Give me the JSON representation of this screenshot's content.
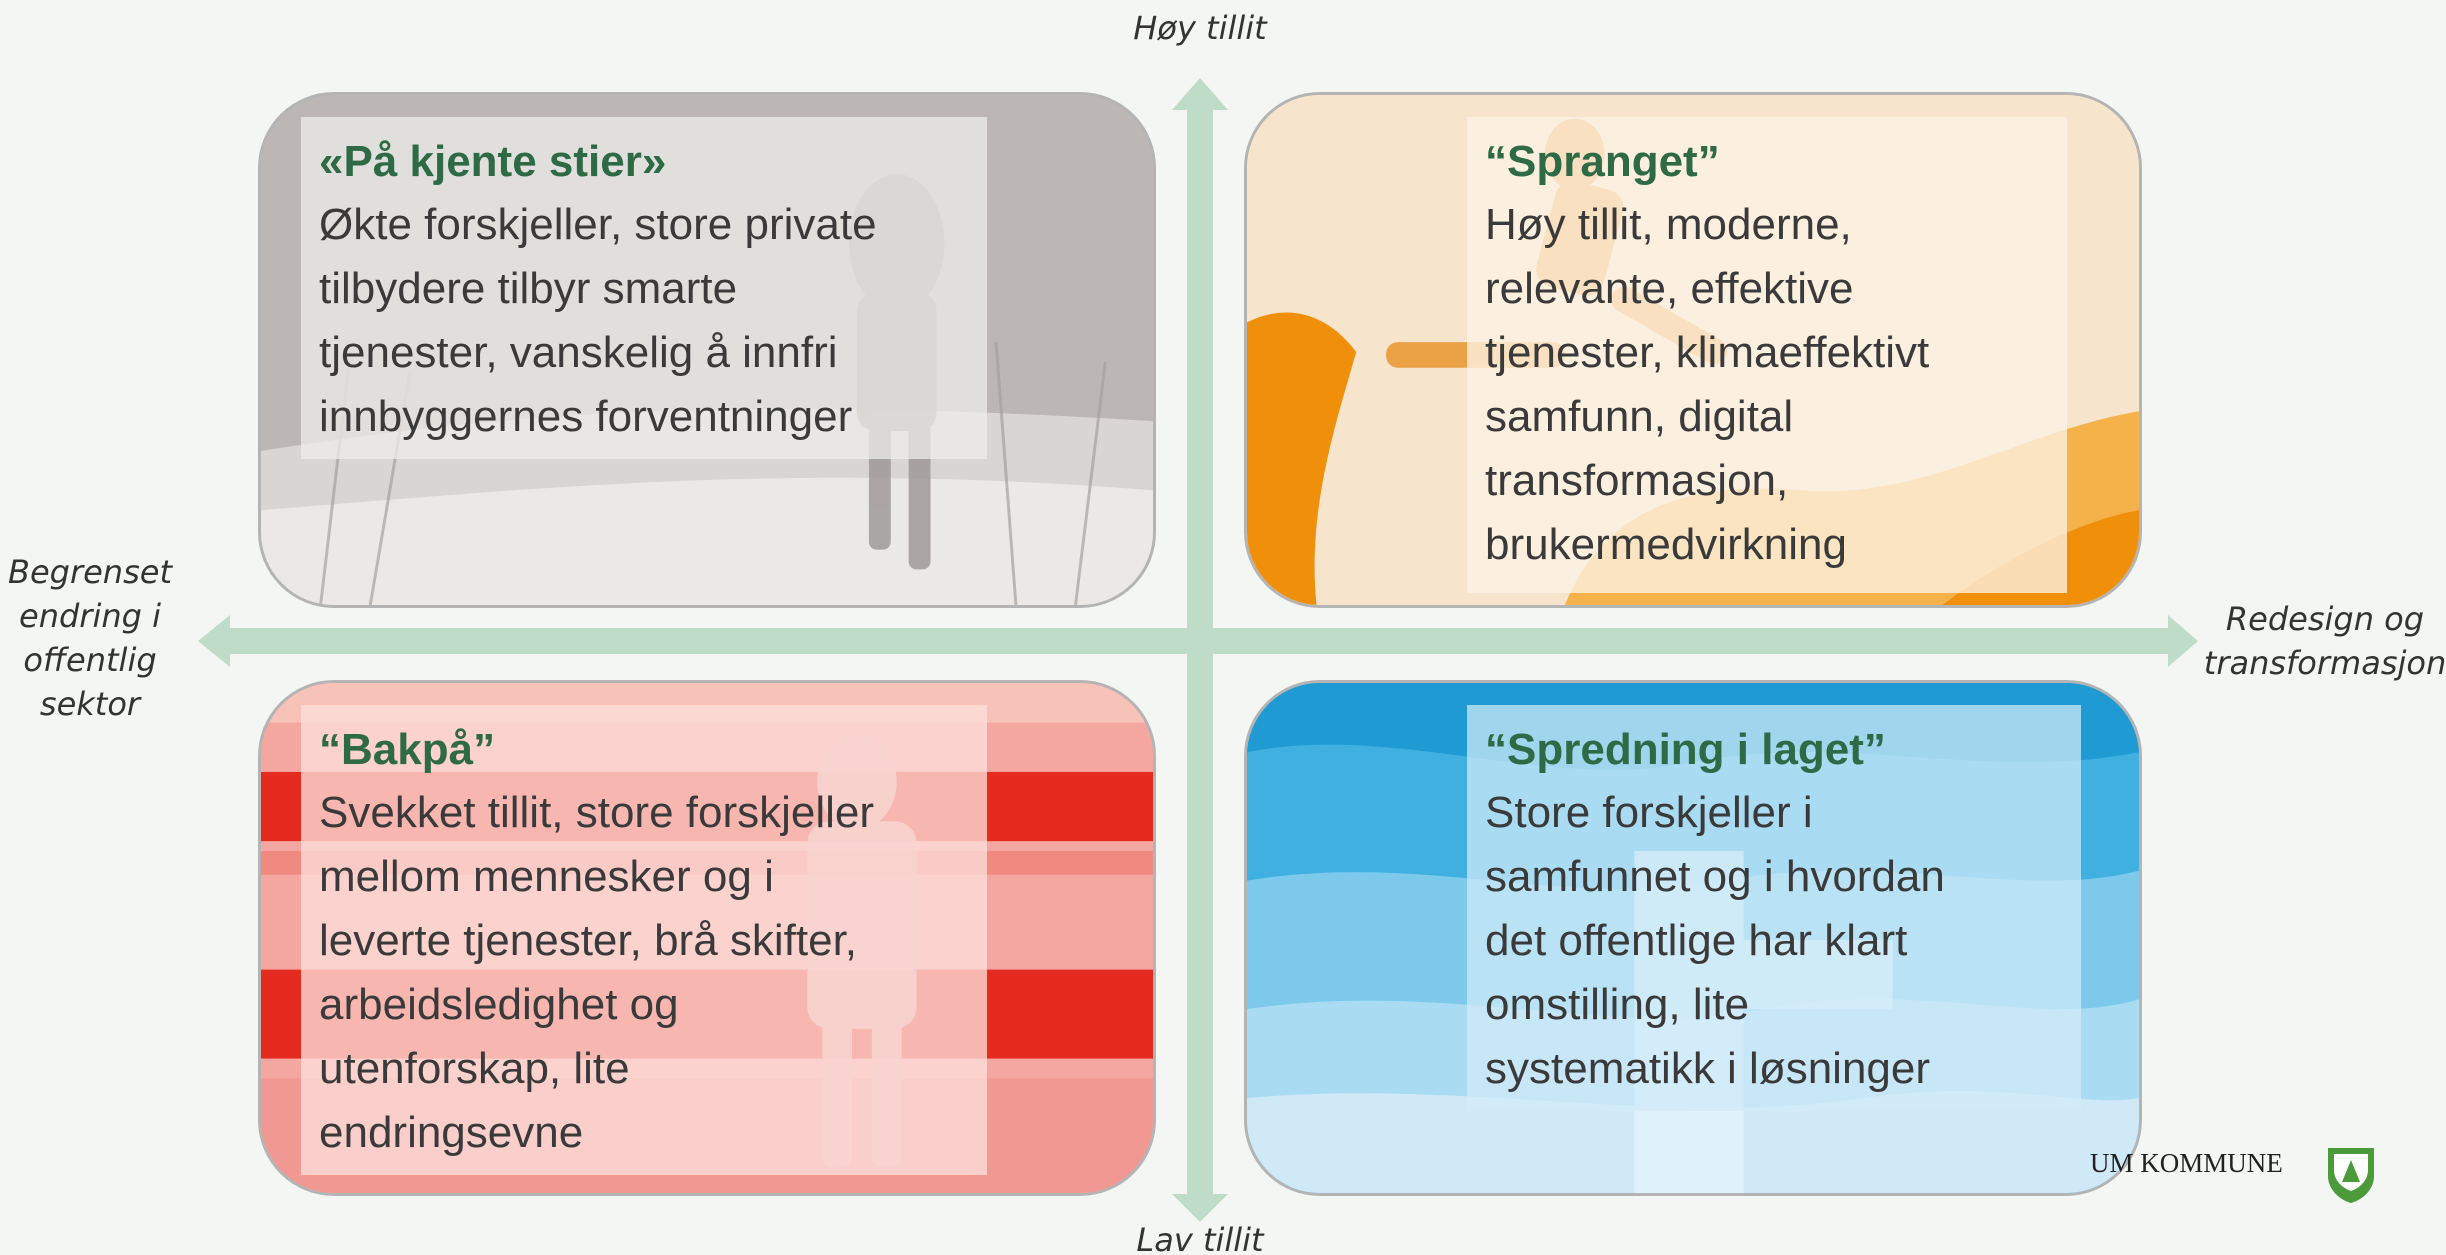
{
  "axes": {
    "top": "Høy tillit",
    "bottom": "Lav tillit",
    "left": "Begrenset\nendring i\noffentlig\nsektor",
    "right": "Redesign og\ntransformasjon"
  },
  "quadrants": {
    "top_left": {
      "title": "«På kjente stier»",
      "body": "Økte forskjeller, store private\ntilbydere tilbyr smarte\ntjenester, vanskelig å innfri\ninnbyggernes forventninger"
    },
    "top_right": {
      "title": "“Spranget”",
      "body": "Høy tillit, moderne,\nrelevante, effektive\ntjenester, klimaeffektivt\nsamfunn, digital\ntransformasjon,\nbrukermedvirkning"
    },
    "bottom_left": {
      "title": "“Bakpå”",
      "body": "Svekket tillit, store forskjeller\nmellom mennesker og i\nleverte tjenester, brå skifter,\narbeidsledighet og\nutenforskap, lite\nendringsevne"
    },
    "bottom_right": {
      "title": "“Spredning i laget”",
      "body": "Store forskjeller i\nsamfunnet og i hvordan\ndet offentlige har klart\nomstilling, lite\nsystematikk i løsninger"
    }
  },
  "logo": {
    "text": "UM KOMMUNE",
    "icon": "municipal-shield-icon"
  },
  "colors": {
    "axis": "#bfdcc8",
    "title": "#2e6a45",
    "body_text": "#3a3a3a",
    "top_left_bg": "#bdb8b5",
    "top_right_bg": "#f6e2c6",
    "top_right_accent": "#f0900a",
    "bottom_left_bg": "#f4a5a0",
    "bottom_left_accent": "#e52a1f",
    "bottom_right_bg": "#2aa1d6",
    "logo_green": "#4c9a3a"
  }
}
